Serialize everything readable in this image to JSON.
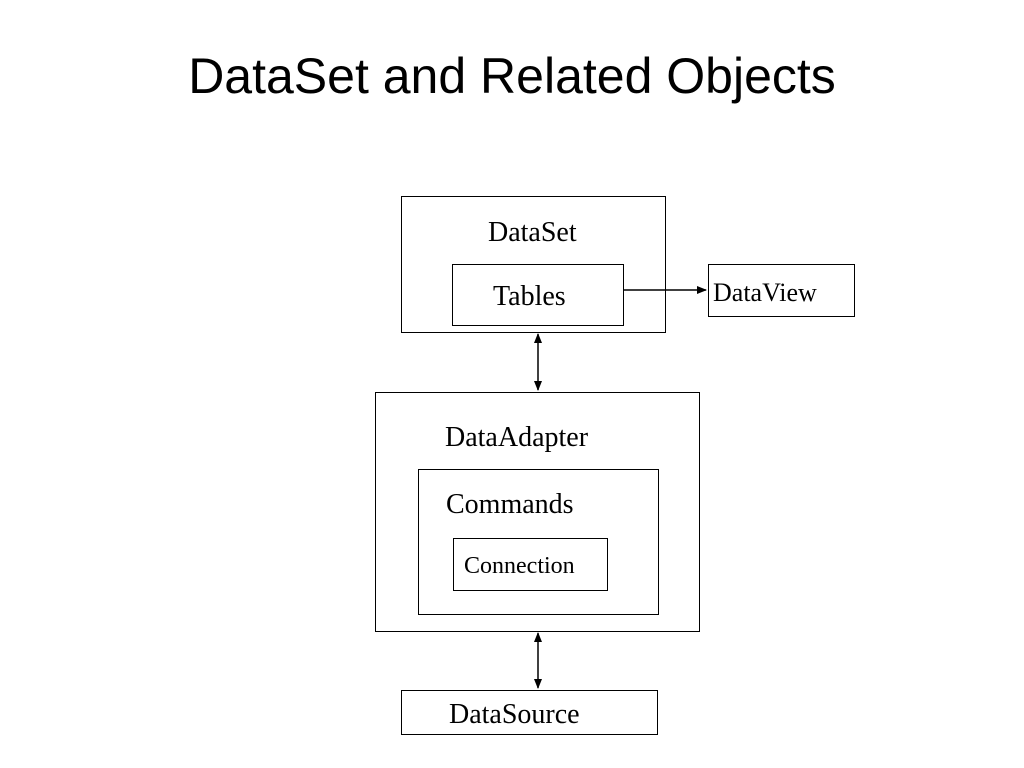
{
  "title": "DataSet and Related Objects",
  "nodes": {
    "dataset": {
      "label": "DataSet",
      "tables": {
        "label": "Tables"
      }
    },
    "dataview": {
      "label": "DataView"
    },
    "dataadapter": {
      "label": "DataAdapter",
      "commands": {
        "label": "Commands",
        "connection": {
          "label": "Connection"
        }
      }
    },
    "datasource": {
      "label": "DataSource"
    }
  },
  "edges": [
    {
      "from": "Tables",
      "to": "DataView",
      "direction": "one-way"
    },
    {
      "from": "DataSet",
      "to": "DataAdapter",
      "direction": "two-way"
    },
    {
      "from": "DataAdapter",
      "to": "DataSource",
      "direction": "two-way"
    }
  ],
  "colors": {
    "line": "#000000",
    "background": "#ffffff"
  }
}
